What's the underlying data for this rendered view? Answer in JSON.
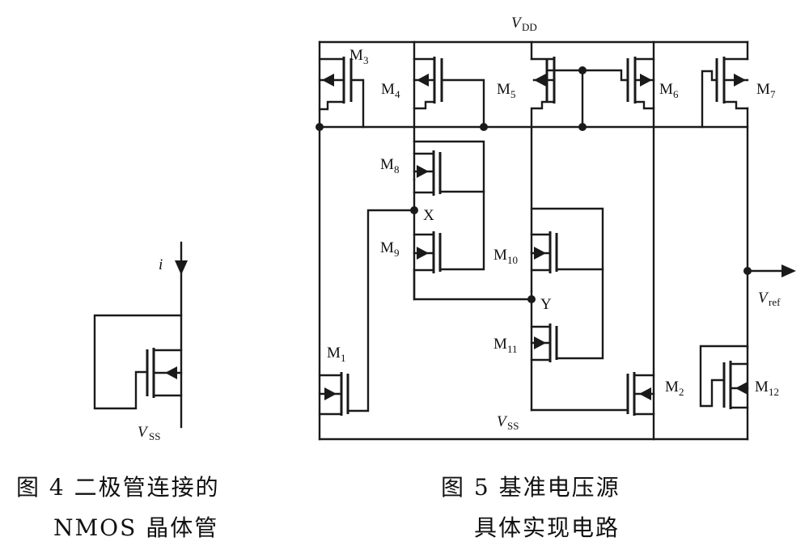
{
  "fig4": {
    "current_label": "i",
    "vss_main": "V",
    "vss_sub": "SS",
    "caption_line1": "图 4   二极管连接的",
    "caption_line2": "NMOS 晶体管"
  },
  "fig5": {
    "vdd_main": "V",
    "vdd_sub": "DD",
    "vss_main": "V",
    "vss_sub": "SS",
    "vref_main": "V",
    "vref_sub": "ref",
    "node_x": "X",
    "node_y": "Y",
    "transistors": [
      {
        "name": "M",
        "sub": "3"
      },
      {
        "name": "M",
        "sub": "4"
      },
      {
        "name": "M",
        "sub": "5"
      },
      {
        "name": "M",
        "sub": "6"
      },
      {
        "name": "M",
        "sub": "7"
      },
      {
        "name": "M",
        "sub": "8"
      },
      {
        "name": "M",
        "sub": "9"
      },
      {
        "name": "M",
        "sub": "10"
      },
      {
        "name": "M",
        "sub": "11"
      },
      {
        "name": "M",
        "sub": "1"
      },
      {
        "name": "M",
        "sub": "2"
      },
      {
        "name": "M",
        "sub": "12"
      }
    ],
    "caption_line1": "图 5   基准电压源",
    "caption_line2": "具体实现电路"
  }
}
